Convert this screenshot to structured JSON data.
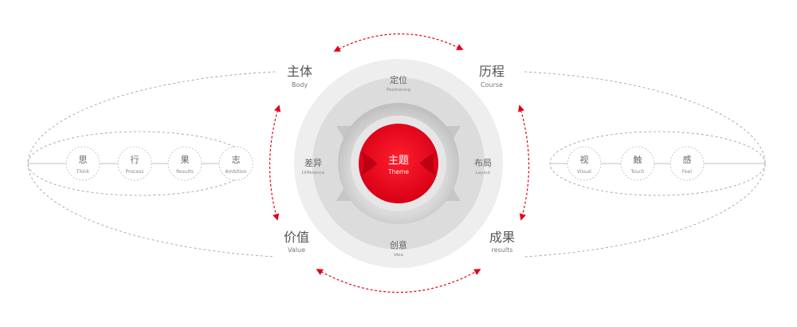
{
  "center": {
    "cn": "主题",
    "en": "Theme",
    "color": "#e3001b"
  },
  "ring": {
    "top": {
      "cn": "定位",
      "en": "Positioning"
    },
    "left": {
      "cn": "差异",
      "en": "Difference"
    },
    "right": {
      "cn": "布局",
      "en": "Layout"
    },
    "bottom": {
      "cn": "创意",
      "en": "Idea"
    }
  },
  "corners": {
    "top_left": {
      "cn": "主体",
      "en": "Body"
    },
    "top_right": {
      "cn": "历程",
      "en": "Course"
    },
    "bottom_left": {
      "cn": "价值",
      "en": "Value"
    },
    "bottom_right": {
      "cn": "成果",
      "en": "results"
    }
  },
  "left_items": [
    {
      "cn": "思",
      "en": "Think"
    },
    {
      "cn": "行",
      "en": "Process"
    },
    {
      "cn": "果",
      "en": "Results"
    },
    {
      "cn": "志",
      "en": "Ambition"
    }
  ],
  "right_items": [
    {
      "cn": "视",
      "en": "Visual"
    },
    {
      "cn": "触",
      "en": "Touch"
    },
    {
      "cn": "感",
      "en": "Feel"
    }
  ],
  "colors": {
    "arrow": "#e3001b",
    "ring_outer": "#eeeeee",
    "ring_mid": "#dadada",
    "ring_inner": "#c8c8c8",
    "dashed": "#999999"
  }
}
